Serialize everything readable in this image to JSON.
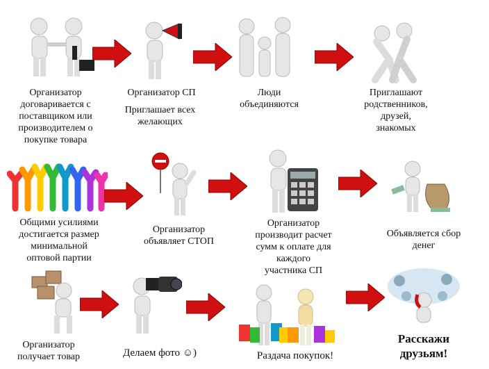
{
  "steps": [
    {
      "caption": "Организатор\nдоговаривается с\nпоставщиком или\nпроизводителем о\nпокупке товара",
      "icon": "handshake-icon"
    },
    {
      "caption": "Организатор СП",
      "caption2": "Приглашает всех\nжелающих",
      "icon": "megaphone-icon"
    },
    {
      "caption": "Люди\nобъединяются",
      "icon": "group-icon"
    },
    {
      "caption": "Приглашают\nродственников,\nдрузей,\nзнакомых",
      "icon": "hugging-icon"
    },
    {
      "caption": "Общими усилиями\nдостигается размер\nминимальной\nоптовой партии",
      "icon": "crowd-icon"
    },
    {
      "caption": "Организатор\nобъявляет СТОП",
      "icon": "stop-sign-icon"
    },
    {
      "caption": "Организатор\nпроизводит расчет\nсумм к оплате для\nкаждого\nучастника СП",
      "icon": "calculator-icon"
    },
    {
      "caption": "Объявляется сбор\nденег",
      "icon": "money-bag-icon"
    },
    {
      "caption": "Организатор\nполучает товар",
      "icon": "boxes-icon"
    },
    {
      "caption": "Делаем фото ☺)",
      "icon": "camera-icon"
    },
    {
      "caption": "Раздача покупок!",
      "icon": "shopping-bags-icon"
    },
    {
      "caption": "Расскажи\nдрузьям!",
      "icon": "phone-icon"
    }
  ],
  "colors": {
    "arrow": "#d01010",
    "figure": "#e6e6e6",
    "figure_shade": "#bdbdbd"
  }
}
